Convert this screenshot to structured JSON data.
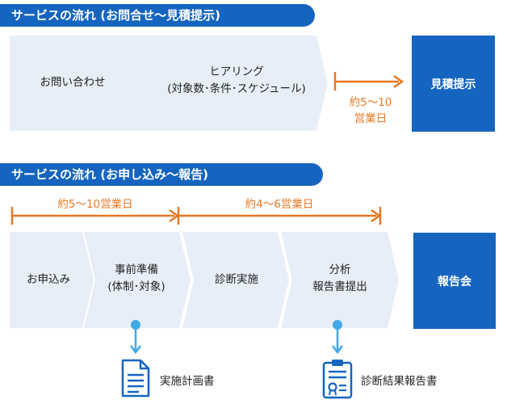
{
  "section1": {
    "title": "サービスの流れ (お問合せ〜見積提示)",
    "steps": [
      {
        "label": "お問い合わせ"
      },
      {
        "line1": "ヒアリング",
        "line2": "(対象数･条件･スケジュール)"
      }
    ],
    "result": "見積提示",
    "duration": {
      "line1": "約5〜10",
      "line2": "営業日"
    }
  },
  "section2": {
    "title": "サービスの流れ (お申し込み〜報告)",
    "duration_a": "約5〜10営業日",
    "duration_b": "約4〜6営業日",
    "steps": [
      {
        "label": "お申込み"
      },
      {
        "line1": "事前準備",
        "line2": "(体制･対象)"
      },
      {
        "label": "診断実施"
      },
      {
        "line1": "分析",
        "line2": "報告書提出"
      }
    ],
    "result": "報告会"
  },
  "documents": [
    {
      "label": "実施計画書",
      "icon": "document-icon"
    },
    {
      "label": "診断結果報告書",
      "icon": "certificate-icon"
    }
  ],
  "colors": {
    "primary": "#1565c0",
    "step_bg": "#e8eef7",
    "accent": "#e87722",
    "connector": "#3fa9e8"
  }
}
